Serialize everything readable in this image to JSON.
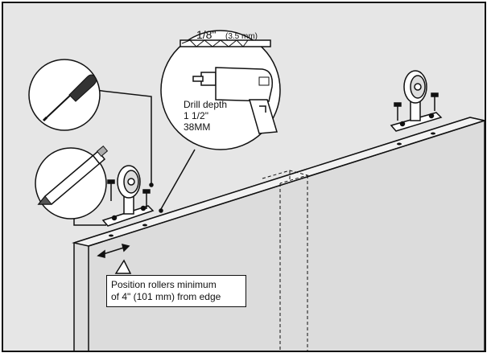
{
  "drill_bit": {
    "size": "1/8\"",
    "metric": "(3.5 mm)"
  },
  "drill_depth": {
    "label": "Drill depth",
    "imperial": "1 1/2\"",
    "metric": "38MM"
  },
  "callout": {
    "line1": "Position rollers minimum",
    "line2": "of 4\" (101 mm) from edge"
  },
  "tools": [
    "screwdriver-icon",
    "pencil-icon",
    "power-drill-icon",
    "drill-bit-icon"
  ],
  "colors": {
    "panel": "#e6e6e6",
    "door": "#dcdcdc",
    "line": "#111111",
    "background": "#ffffff"
  }
}
